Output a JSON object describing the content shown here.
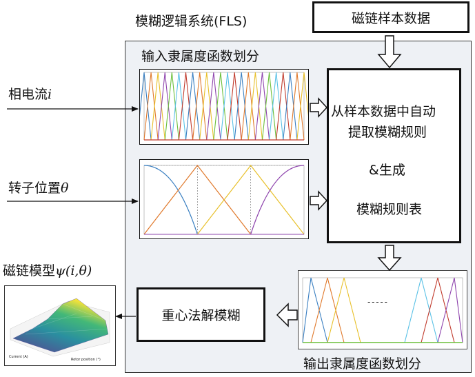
{
  "fls_title": "模糊逻辑系统(FLS)",
  "sample_data": "磁链样本数据",
  "input_mf_label": "输入隶属度函数划分",
  "output_mf_label": "输出隶属度函数划分",
  "phase_current": {
    "text": "相电流",
    "symbol": "i"
  },
  "rotor_position": {
    "text": "转子位置",
    "symbol": "θ"
  },
  "flux_model": {
    "text": "磁链模型",
    "symbol": "ψ(i,θ)"
  },
  "rule_box": {
    "line1": "从样本数据中自动",
    "line2": "提取模糊规则",
    "line3": "&生成",
    "line4": "模糊规则表"
  },
  "defuzz": "重心法解模糊",
  "ellipsis": "- - - - -",
  "surface_axis": {
    "x": "Current (A)",
    "y": "Rotor position (°)"
  },
  "colors": {
    "mf_series": [
      "#3a7fc1",
      "#e0782a",
      "#e8c02a",
      "#8e44ad",
      "#6bbf3a",
      "#59c1e6",
      "#c0392b"
    ]
  }
}
